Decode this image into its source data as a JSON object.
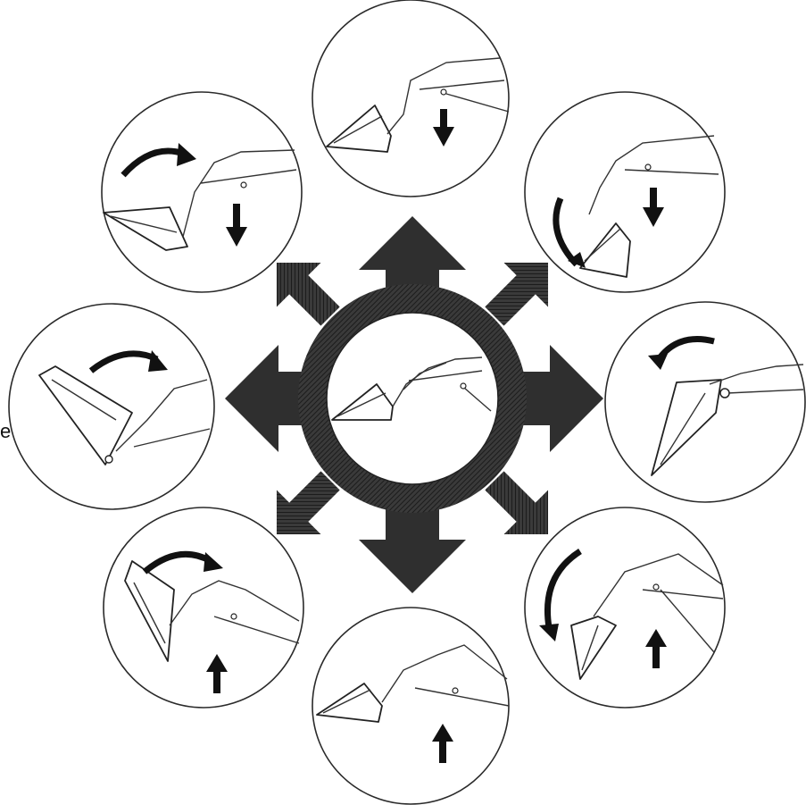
{
  "edge_text": "e",
  "center": {
    "label": "center-position"
  },
  "positions": [
    {
      "key": "top",
      "arrow": "down-arrow-icon"
    },
    {
      "key": "top-right",
      "arrow": "down-arrow-icon",
      "curve": "curl-down-arrow-icon"
    },
    {
      "key": "right",
      "curve": "curl-left-arrow-icon"
    },
    {
      "key": "bottom-right",
      "arrow": "up-arrow-icon",
      "curve": "curl-down-arrow-icon"
    },
    {
      "key": "bottom",
      "arrow": "up-arrow-icon"
    },
    {
      "key": "bottom-left",
      "arrow": "up-arrow-icon",
      "curve": "curl-right-arrow-icon"
    },
    {
      "key": "left",
      "curve": "curl-right-arrow-icon"
    },
    {
      "key": "top-left",
      "arrow": "down-arrow-icon",
      "curve": "curl-right-arrow-icon"
    }
  ],
  "colors": {
    "arrow_star": "#2f2f2f",
    "outline": "#222222",
    "background": "#ffffff"
  }
}
